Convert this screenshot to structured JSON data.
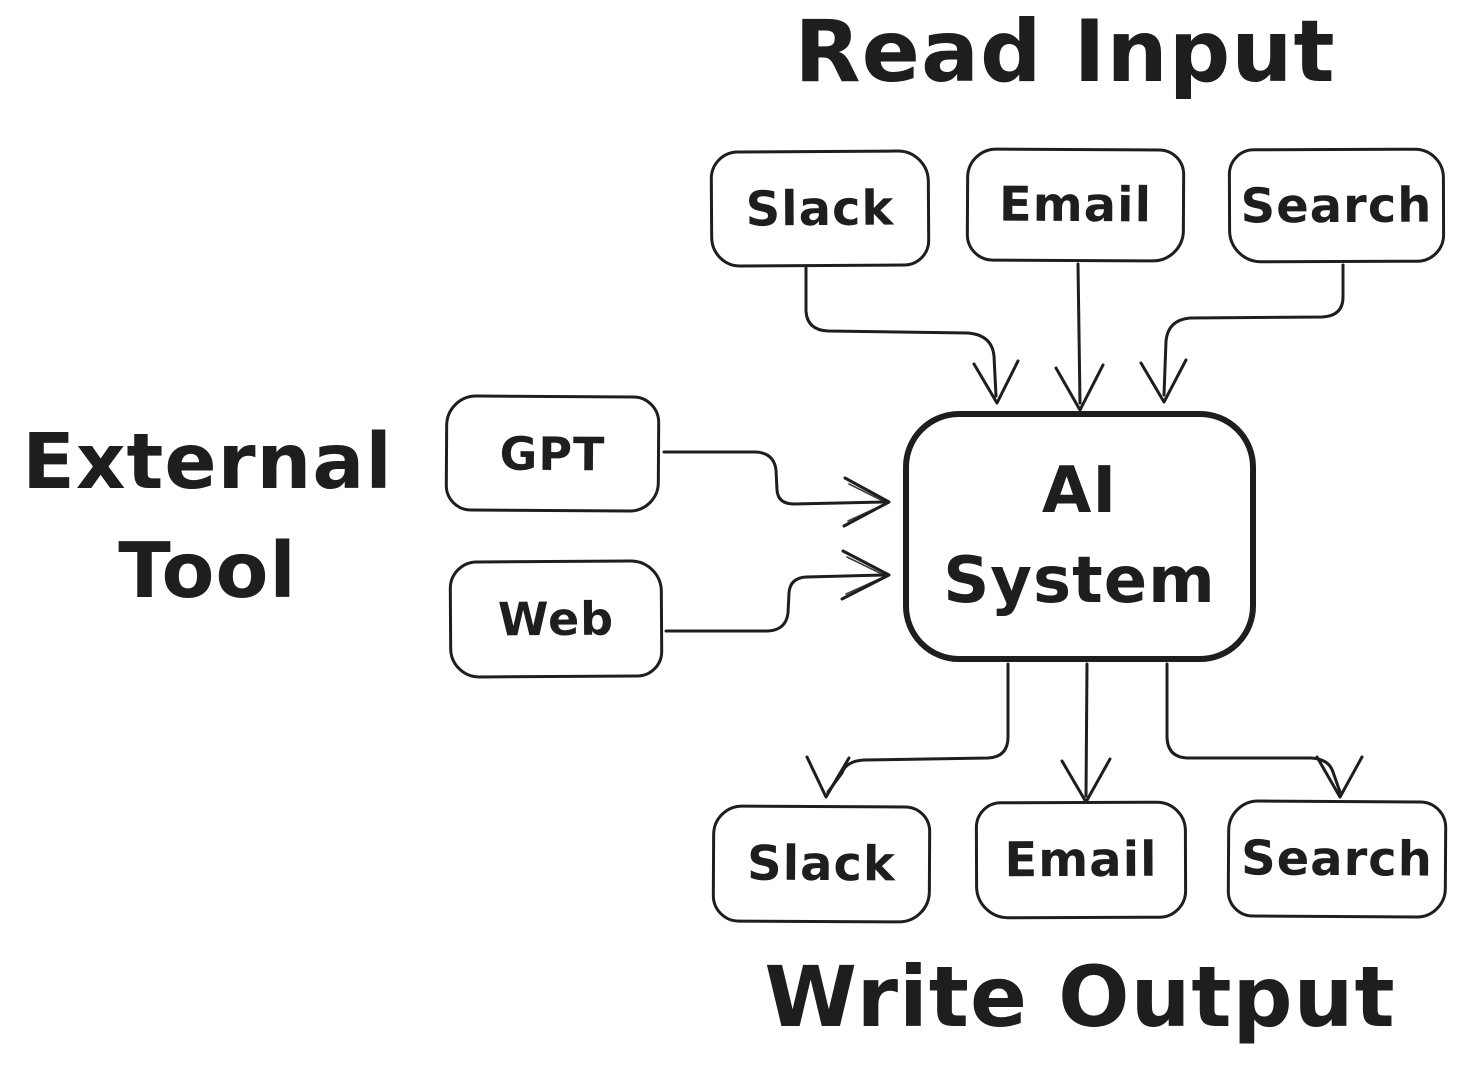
{
  "canvas": {
    "background": "#ffffff",
    "ink_color": "#1e1e1e"
  },
  "titles": {
    "read_input": "Read Input",
    "write_output": "Write Output",
    "external_tool": {
      "line1": "External",
      "line2": "Tool"
    }
  },
  "ai_node": {
    "line1": "AI",
    "line2": "System"
  },
  "input_nodes": [
    {
      "label": "Slack"
    },
    {
      "label": "Email"
    },
    {
      "label": "Search"
    }
  ],
  "external_nodes": [
    {
      "label": "GPT"
    },
    {
      "label": "Web"
    }
  ],
  "output_nodes": [
    {
      "label": "Slack"
    },
    {
      "label": "Email"
    },
    {
      "label": "Search"
    }
  ],
  "connections": [
    {
      "from": "Slack",
      "to": "AI System",
      "group": "read-input"
    },
    {
      "from": "Email",
      "to": "AI System",
      "group": "read-input"
    },
    {
      "from": "Search",
      "to": "AI System",
      "group": "read-input"
    },
    {
      "from": "GPT",
      "to": "AI System",
      "group": "external-tool"
    },
    {
      "from": "Web",
      "to": "AI System",
      "group": "external-tool"
    },
    {
      "from": "AI System",
      "to": "Slack",
      "group": "write-output"
    },
    {
      "from": "AI System",
      "to": "Email",
      "group": "write-output"
    },
    {
      "from": "AI System",
      "to": "Search",
      "group": "write-output"
    }
  ]
}
